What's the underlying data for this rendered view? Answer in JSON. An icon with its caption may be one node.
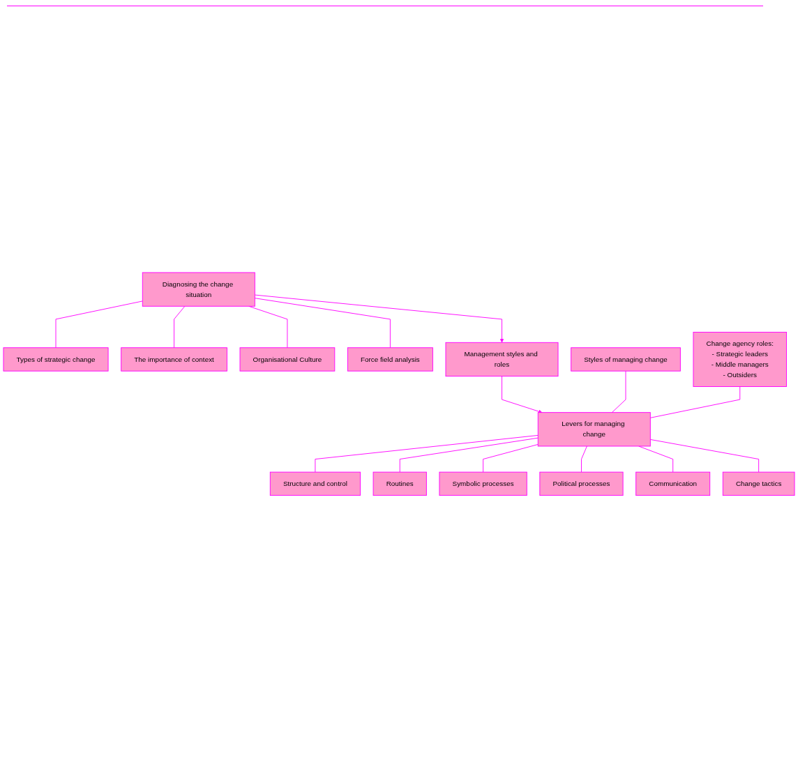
{
  "diagram": {
    "nodes": [
      {
        "text": [
          "Diagnosing the change situation"
        ]
      },
      {
        "text": [
          "Types of strategic change"
        ]
      },
      {
        "text": [
          "The importance of context"
        ]
      },
      {
        "text": [
          "Organisational Culture"
        ]
      },
      {
        "text": [
          "Force field analysis"
        ]
      },
      {
        "text": [
          "Management styles and roles"
        ]
      },
      {
        "text": [
          "Styles of managing change"
        ]
      },
      {
        "text": [
          "Change agency roles:",
          "- Strategic leaders",
          "- Middle managers",
          "- Outsiders"
        ]
      },
      {
        "text": [
          "Levers for managing change"
        ]
      },
      {
        "text": [
          "Structure and control"
        ]
      },
      {
        "text": [
          "Routines"
        ]
      },
      {
        "text": [
          "Symbolic processes"
        ]
      },
      {
        "text": [
          "Political processes"
        ]
      },
      {
        "text": [
          "Communication"
        ]
      },
      {
        "text": [
          "Change tactics"
        ]
      }
    ],
    "edges": [
      {
        "from": 0,
        "to": 1,
        "arrow": "none"
      },
      {
        "from": 0,
        "to": 2,
        "arrow": "none"
      },
      {
        "from": 0,
        "to": 3,
        "arrow": "none"
      },
      {
        "from": 0,
        "to": 4,
        "arrow": "none"
      },
      {
        "from": 0,
        "to": 5,
        "arrow": "to"
      },
      {
        "from": 5,
        "to": 8,
        "arrow": "to"
      },
      {
        "from": 6,
        "to": 8,
        "arrow": "none"
      },
      {
        "from": 7,
        "to": 8,
        "arrow": "none"
      },
      {
        "from": 8,
        "to": 9,
        "arrow": "none"
      },
      {
        "from": 8,
        "to": 10,
        "arrow": "none"
      },
      {
        "from": 8,
        "to": 11,
        "arrow": "none"
      },
      {
        "from": 8,
        "to": 12,
        "arrow": "none"
      },
      {
        "from": 8,
        "to": 13,
        "arrow": "none"
      },
      {
        "from": 8,
        "to": 14,
        "arrow": "none"
      }
    ]
  }
}
